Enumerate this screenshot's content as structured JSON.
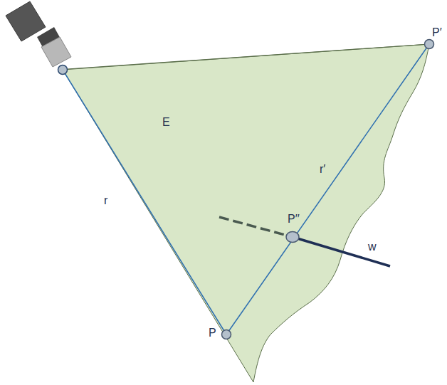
{
  "diagram": {
    "labels": [
      "P′",
      "E",
      "r",
      "r′",
      "P′′",
      "w",
      "P"
    ]
  }
}
